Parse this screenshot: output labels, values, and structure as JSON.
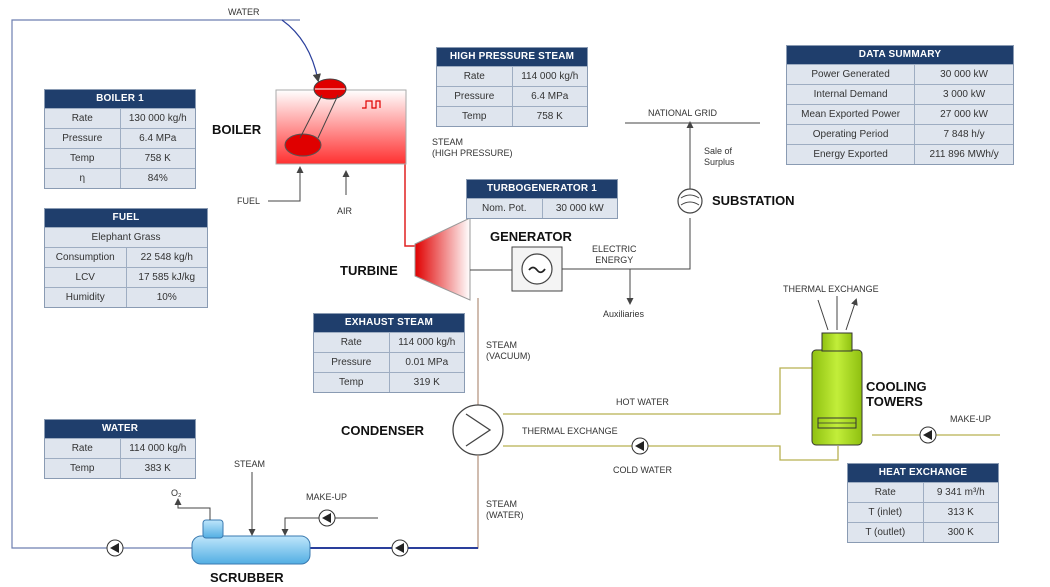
{
  "labels": {
    "water_top": "WATER",
    "boiler": "BOILER",
    "fuel": "FUEL",
    "air": "AIR",
    "steam_hp_1": "STEAM",
    "steam_hp_2": "(HIGH PRESSURE)",
    "turbine": "TURBINE",
    "generator": "GENERATOR",
    "electric_1": "ELECTRIC",
    "electric_2": "ENERGY",
    "auxiliaries": "Auxiliaries",
    "national_grid": "NATIONAL GRID",
    "sale_1": "Sale of",
    "sale_2": "Surplus",
    "substation": "SUBSTATION",
    "thermal_exchange_top": "THERMAL EXCHANGE",
    "cooling_1": "COOLING",
    "cooling_2": "TOWERS",
    "makeup_right": "MAKE-UP",
    "steam_vacuum_1": "STEAM",
    "steam_vacuum_2": "(VACUUM)",
    "condenser": "CONDENSER",
    "hot_water": "HOT WATER",
    "thermal_exchange_mid": "THERMAL EXCHANGE",
    "cold_water": "COLD WATER",
    "steam_water_1": "STEAM",
    "steam_water_2": "(WATER)",
    "steam_scrubber": "STEAM",
    "o2": "O₂",
    "makeup_left": "MAKE-UP",
    "scrubber": "SCRUBBER"
  },
  "tables": {
    "boiler1": {
      "title": "BOILER 1",
      "rows": [
        [
          "Rate",
          "130 000 kg/h"
        ],
        [
          "Pressure",
          "6.4 MPa"
        ],
        [
          "Temp",
          "758 K"
        ],
        [
          "η",
          "84%"
        ]
      ]
    },
    "fuel": {
      "title": "FUEL",
      "subtitle": "Elephant Grass",
      "rows": [
        [
          "Consumption",
          "22 548 kg/h"
        ],
        [
          "LCV",
          "17 585 kJ/kg"
        ],
        [
          "Humidity",
          "10%"
        ]
      ]
    },
    "hp_steam": {
      "title": "HIGH PRESSURE STEAM",
      "rows": [
        [
          "Rate",
          "114 000 kg/h"
        ],
        [
          "Pressure",
          "6.4 MPa"
        ],
        [
          "Temp",
          "758 K"
        ]
      ]
    },
    "turbogen": {
      "title": "TURBOGENERATOR 1",
      "rows": [
        [
          "Nom. Pot.",
          "30 000 kW"
        ]
      ]
    },
    "summary": {
      "title": "DATA SUMMARY",
      "rows": [
        [
          "Power Generated",
          "30 000 kW"
        ],
        [
          "Internal Demand",
          "3 000 kW"
        ],
        [
          "Mean Exported Power",
          "27 000 kW"
        ],
        [
          "Operating Period",
          "7 848 h/y"
        ],
        [
          "Energy Exported",
          "211 896 MWh/y"
        ]
      ]
    },
    "exhaust": {
      "title": "EXHAUST STEAM",
      "rows": [
        [
          "Rate",
          "114 000 kg/h"
        ],
        [
          "Pressure",
          "0.01 MPa"
        ],
        [
          "Temp",
          "319 K"
        ]
      ]
    },
    "water": {
      "title": "WATER",
      "rows": [
        [
          "Rate",
          "114 000 kg/h"
        ],
        [
          "Temp",
          "383 K"
        ]
      ]
    },
    "heat_exchange": {
      "title": "HEAT EXCHANGE",
      "rows": [
        [
          "Rate",
          "9 341 m³/h"
        ],
        [
          "T (inlet)",
          "313 K"
        ],
        [
          "T (outlet)",
          "300 K"
        ]
      ]
    }
  },
  "colors": {
    "header": "#1f3e6c",
    "cell": "#dfe5ee",
    "steam_red": "#e02020",
    "water_blue": "#2a3f9c",
    "cooling_green": "#a4d617",
    "pipe_olive": "#b8b050"
  }
}
